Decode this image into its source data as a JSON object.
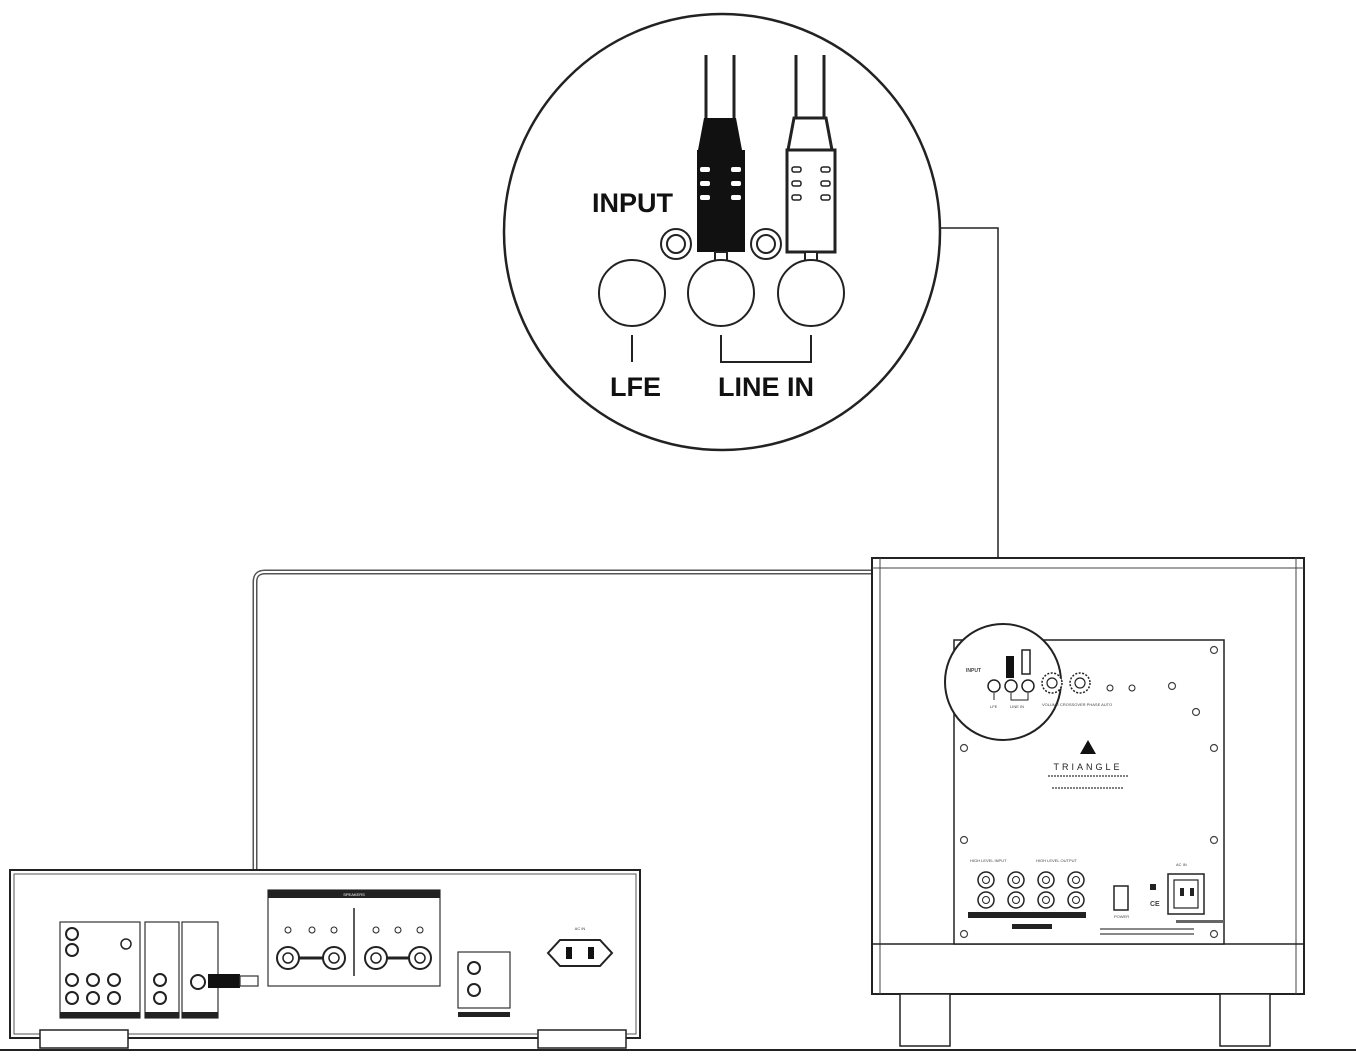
{
  "zoom": {
    "input_label": "INPUT",
    "lfe_label": "LFE",
    "line_in_label": "LINE IN"
  },
  "subwoofer_panel": {
    "input_label": "INPUT",
    "lfe_label": "LFE",
    "line_in_label": "LINE IN",
    "controls_label": "VOLUME    CROSSOVER   PHASE   AUTO",
    "brand_name": "TRIANGLE",
    "high_level_input_label": "HIGH LEVEL INPUT",
    "high_level_output_label": "HIGH LEVEL OUTPUT",
    "power_label": "POWER",
    "ac_in_label": "AC IN"
  },
  "amplifier": {
    "speakers_label": "SPEAKERS",
    "ac_in_label": "AC IN"
  },
  "colors": {
    "stroke": "#222222",
    "cable": "#555555",
    "plug_black": "#111111"
  }
}
